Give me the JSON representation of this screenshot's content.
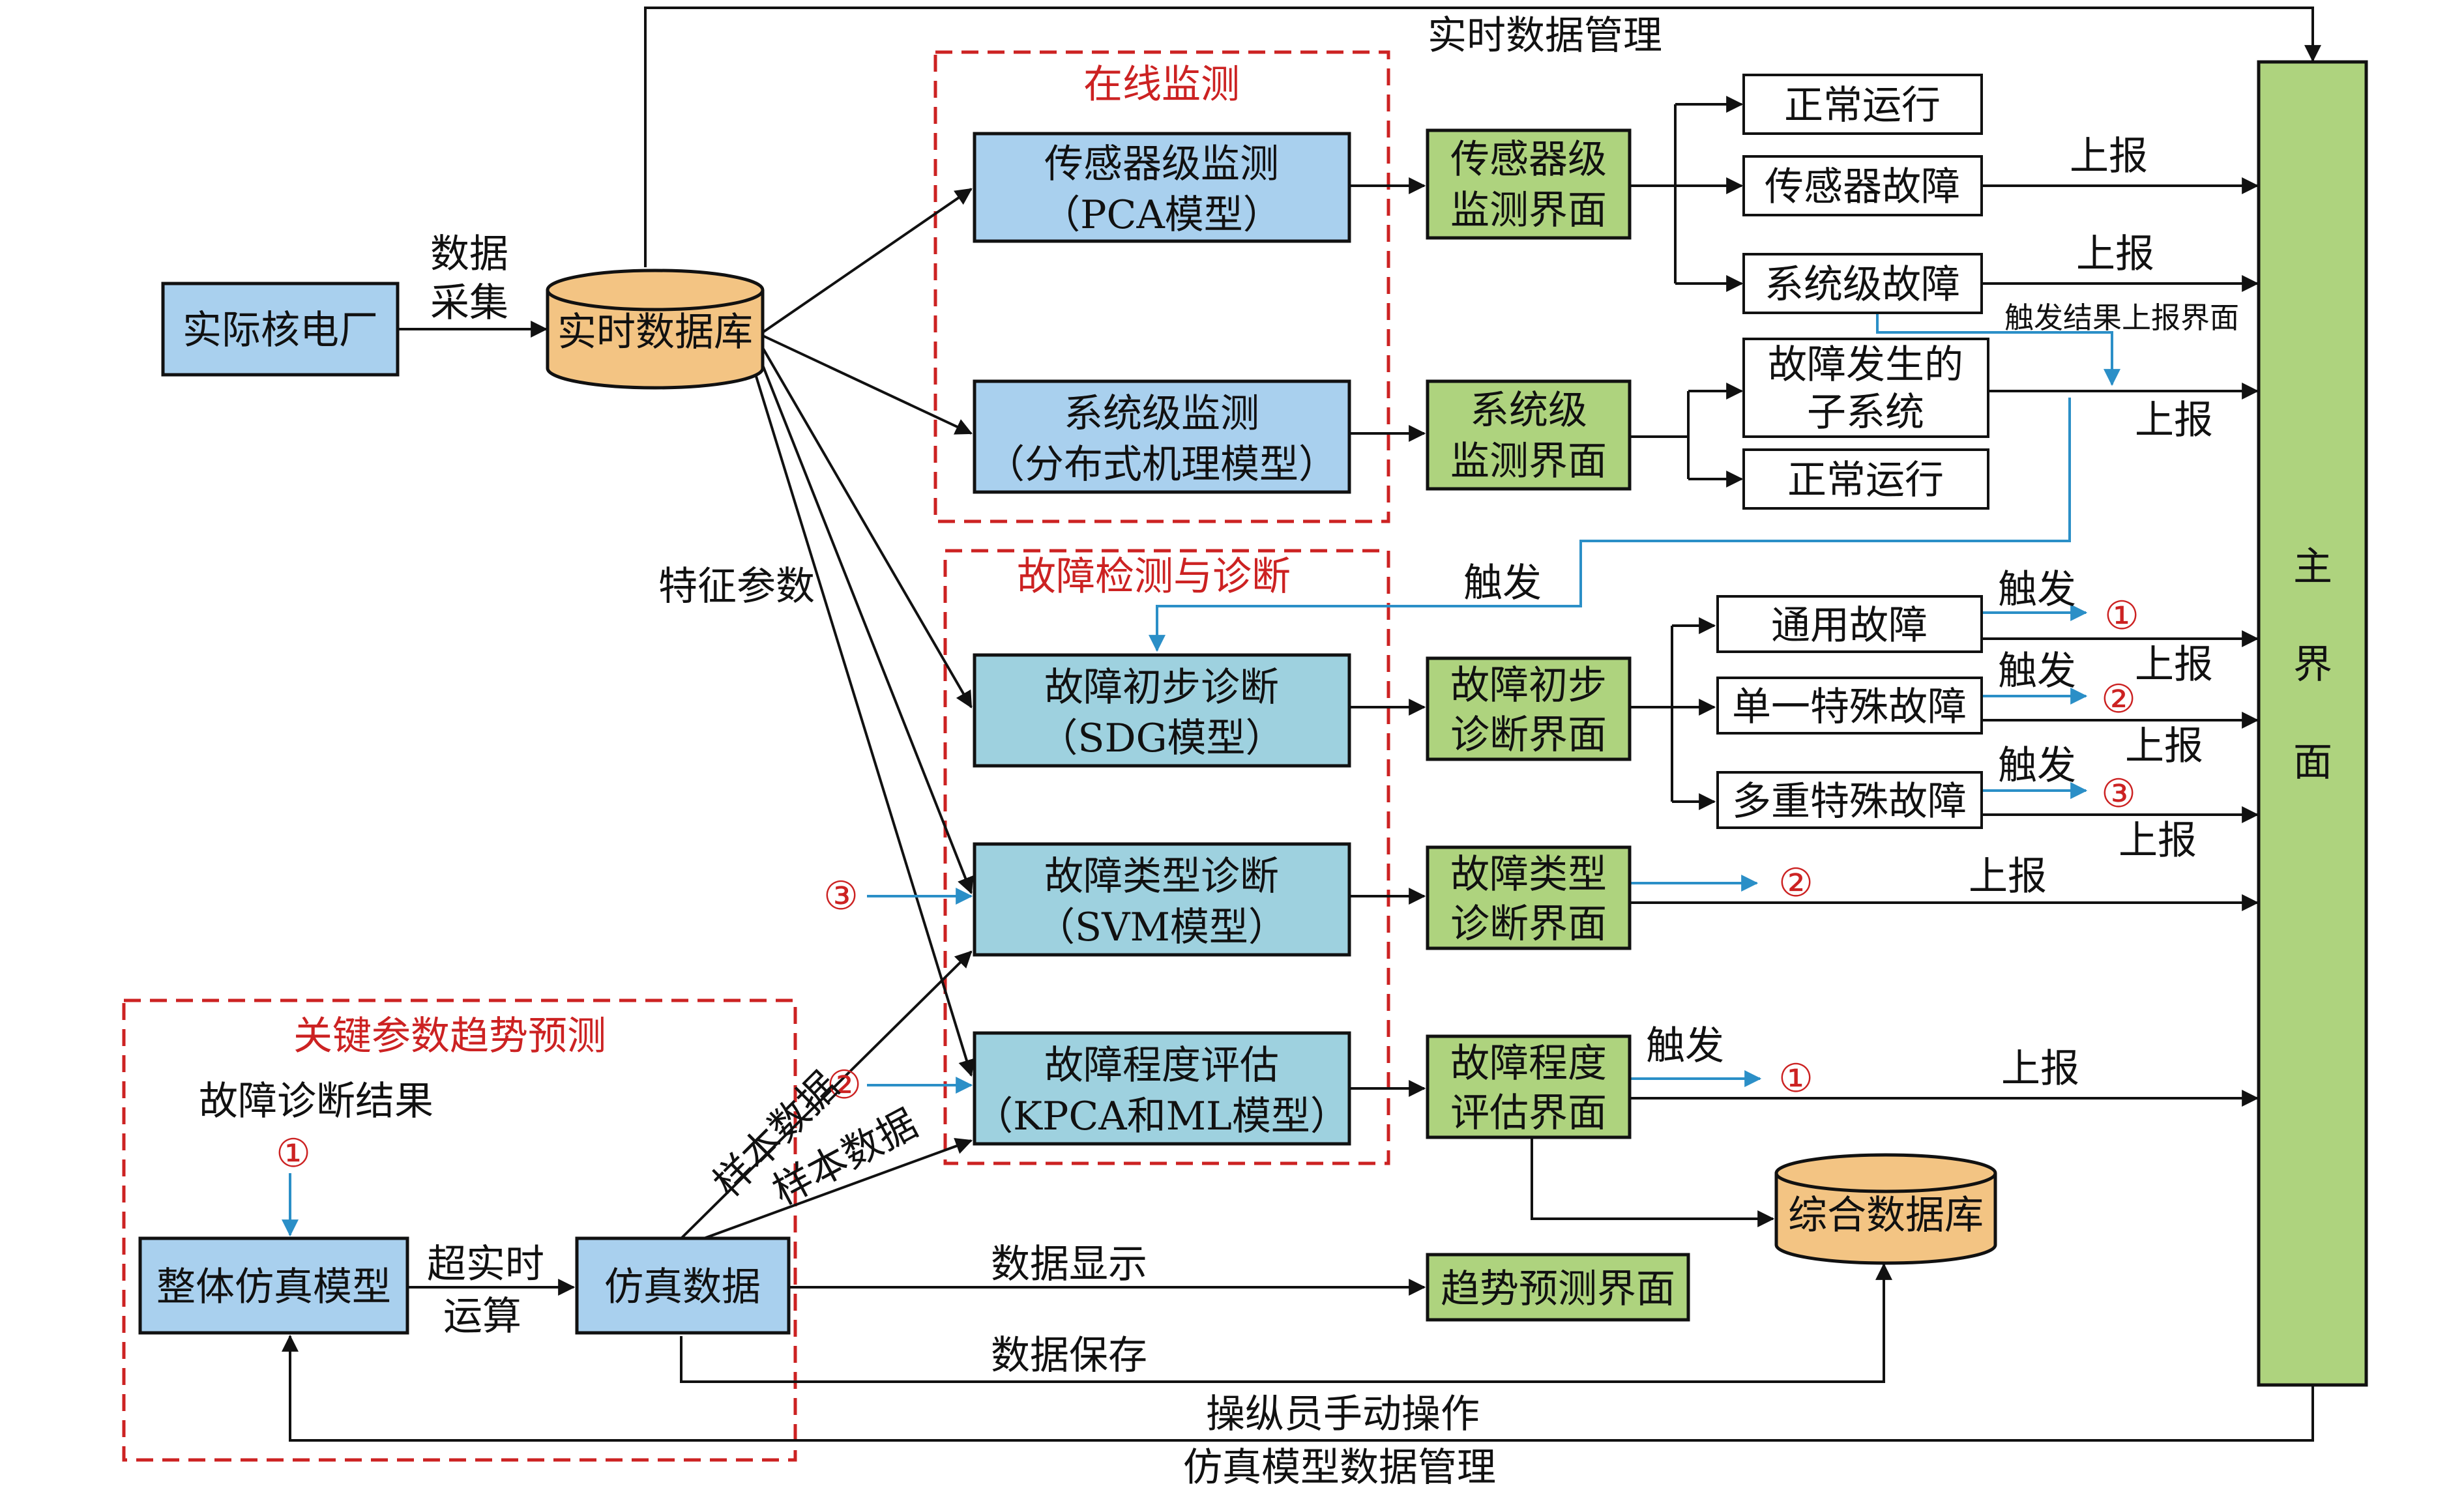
{
  "colors": {
    "blue_box": "#a9d0ee",
    "teal_box": "#9ed1df",
    "green_box": "#aed37e",
    "db_fill": "#f3c483",
    "red_dash": "#cc2222",
    "blue_arrow": "#2b8fc7",
    "line": "#111111"
  },
  "groups": {
    "online": "在线监测",
    "fault": "故障检测与诊断",
    "trend": "关键参数趋势预测"
  },
  "nodes": {
    "plant": "实际核电厂",
    "rtdb": "实时数据库",
    "sensor_mon": [
      "传感器级监测",
      "（PCA模型）"
    ],
    "system_mon": [
      "系统级监测",
      "（分布式机理模型）"
    ],
    "sdg": [
      "故障初步诊断",
      "（SDG模型）"
    ],
    "svm": [
      "故障类型诊断",
      "（SVM模型）"
    ],
    "kpca": [
      "故障程度评估",
      "（KPCA和ML模型）"
    ],
    "sensor_ui": [
      "传感器级",
      "监测界面"
    ],
    "system_ui": [
      "系统级",
      "监测界面"
    ],
    "sdg_ui": [
      "故障初步",
      "诊断界面"
    ],
    "svm_ui": [
      "故障类型",
      "诊断界面"
    ],
    "kpca_ui": [
      "故障程度",
      "评估界面"
    ],
    "normal1": "正常运行",
    "sensor_fault": "传感器故障",
    "system_fault": "系统级故障",
    "subsystem": [
      "故障发生的",
      "子系统"
    ],
    "normal2": "正常运行",
    "general_fault": "通用故障",
    "single_fault": "单一特殊故障",
    "multi_fault": "多重特殊故障",
    "whole_sim": "整体仿真模型",
    "sim_data": "仿真数据",
    "trend_ui": "趋势预测界面",
    "comp_db": "综合数据库",
    "main_ui": [
      "主",
      "界",
      "面"
    ]
  },
  "labels": {
    "data_collect": [
      "数据",
      "采集"
    ],
    "rt_mgmt": "实时数据管理",
    "feature_params": "特征参数",
    "report": "上报",
    "trigger": "触发",
    "trigger_result_ui": "触发结果上报界面",
    "fault_diag_result": "故障诊断结果",
    "faster_rt": [
      "超实时",
      "运算"
    ],
    "sample_data": "样本数据",
    "data_display": "数据显示",
    "data_save": "数据保存",
    "operator_manual": "操纵员手动操作",
    "sim_mgmt": "仿真模型数据管理",
    "c1": "①",
    "c2": "②",
    "c3": "③"
  }
}
